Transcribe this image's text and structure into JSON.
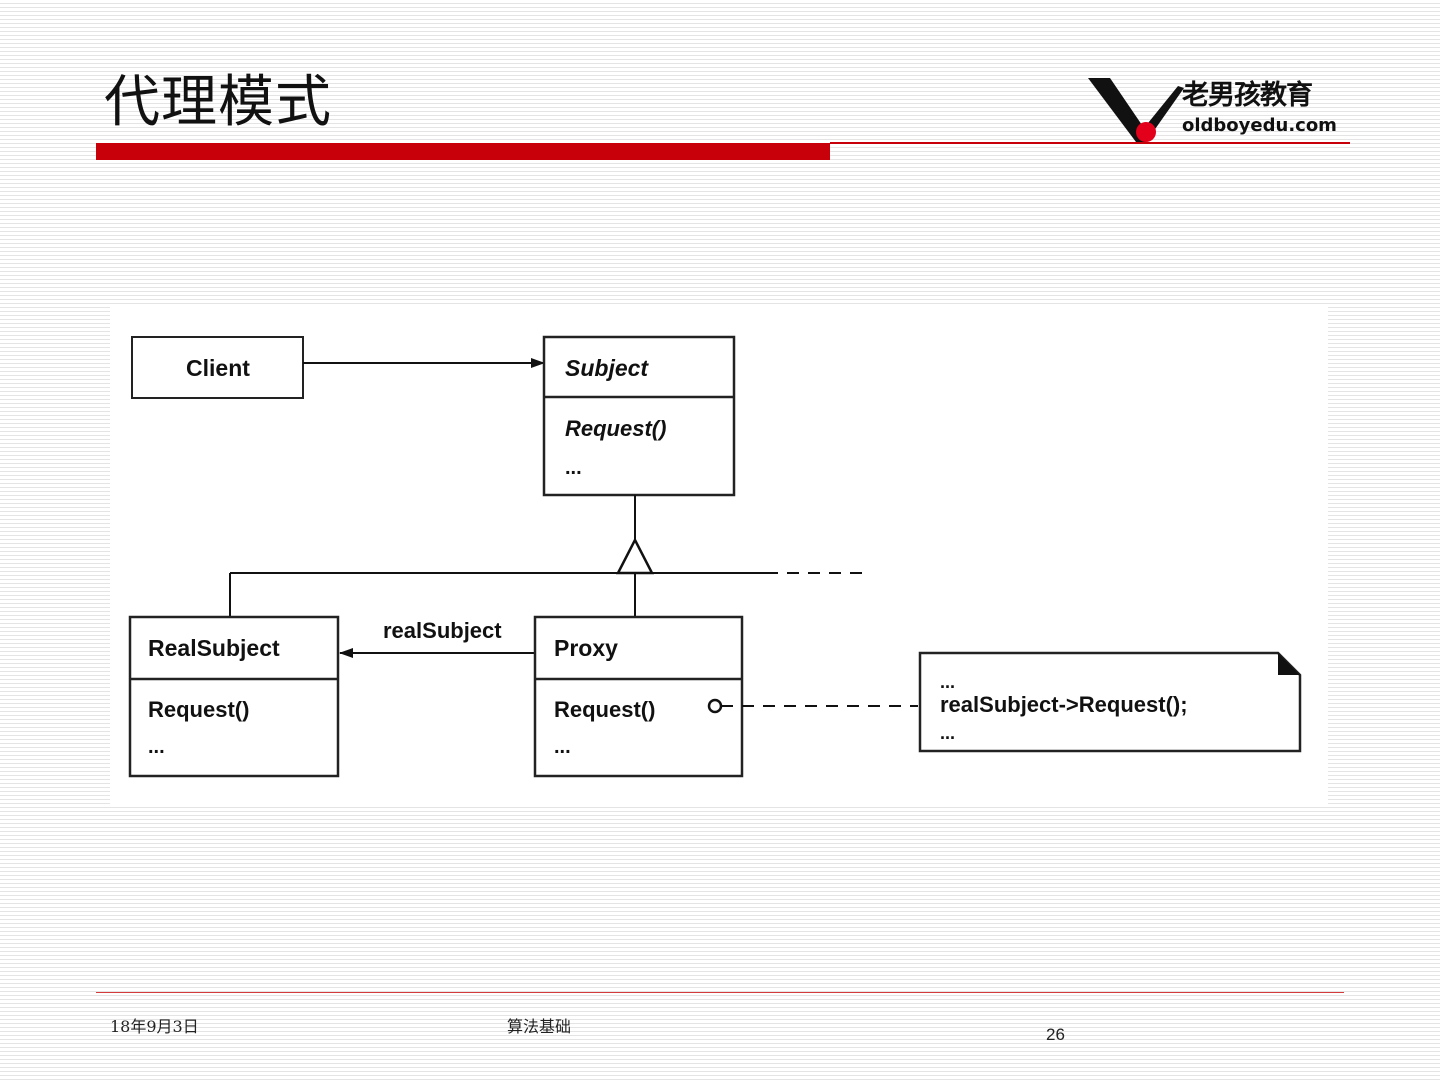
{
  "slide": {
    "title": "代理模式"
  },
  "logo": {
    "name_cn": "老男孩教育",
    "domain": "oldboyedu.com",
    "colors": {
      "mark": "#111111",
      "dot": "#e2001a"
    }
  },
  "accent_color": "#c8000a",
  "diagram": {
    "classes": {
      "client": {
        "name": "Client"
      },
      "subject": {
        "name": "Subject",
        "operation": "Request()",
        "ellipsis": "..."
      },
      "real_subject": {
        "name": "RealSubject",
        "operation": "Request()",
        "ellipsis": "..."
      },
      "proxy": {
        "name": "Proxy",
        "operation": "Request()",
        "ellipsis": "..."
      }
    },
    "association_label": "realSubject",
    "note": {
      "line1": "...",
      "line2": "realSubject->Request();",
      "line3": "..."
    }
  },
  "footer": {
    "date": "18年9月3日",
    "center_text": "算法基础",
    "page_number": "26"
  }
}
